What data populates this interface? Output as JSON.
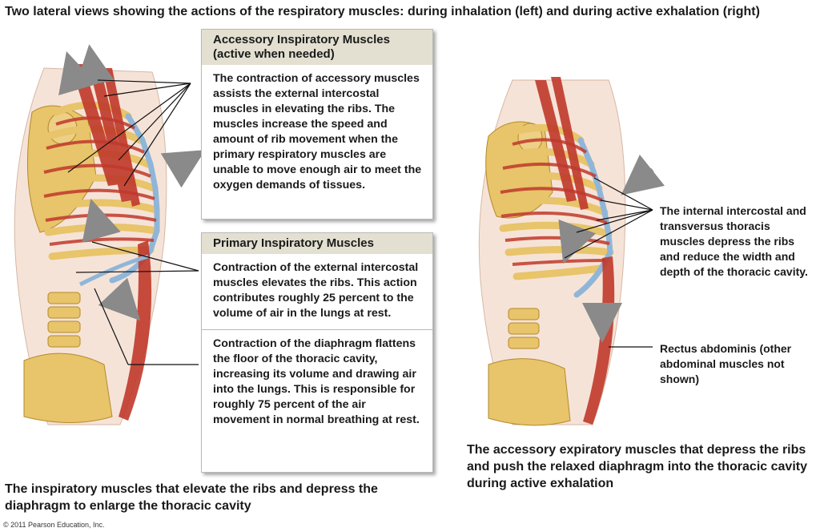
{
  "title": "Two lateral views showing the actions of the respiratory muscles: during inhalation (left) and during active exhalation (right)",
  "accessory_box": {
    "header": "Accessory Inspiratory Muscles (active when needed)",
    "text": "The contraction of accessory muscles assists the external intercostal muscles in elevating the ribs. The muscles increase the speed and amount of rib movement when the primary respiratory muscles are unable to move enough air to meet the oxygen demands of tissues."
  },
  "primary_box": {
    "header": "Primary Inspiratory Muscles",
    "intercostal_text": "Contraction of the external intercostal muscles elevates the ribs. This action contributes roughly 25 percent to the volume of air in the lungs at rest.",
    "diaphragm_text": "Contraction of the diaphragm flattens the floor of the thoracic cavity, increasing its volume and drawing air into the lungs. This is responsible for roughly 75 percent of the air movement in normal breathing at rest."
  },
  "right_labels": {
    "internal_intercostal": "The internal intercostal and transversus thoracis muscles depress the ribs and reduce the width and depth of the thoracic cavity.",
    "rectus_abdominis": "Rectus abdominis (other abdominal muscles not shown)"
  },
  "captions": {
    "left": "The inspiratory muscles that elevate the ribs and depress the diaphragm to enlarge the thoracic cavity",
    "right": "The accessory expiratory muscles that depress the ribs and push the relaxed diaphragm into the thoracic cavity during active exhalation"
  },
  "copyright": "© 2011 Pearson Education, Inc.",
  "colors": {
    "muscle": "#c0392b",
    "bone": "#e8c46a",
    "cartilage": "#8fb6d8",
    "arrow": "#8a8a8a",
    "header_bg": "#e3e0d1"
  }
}
